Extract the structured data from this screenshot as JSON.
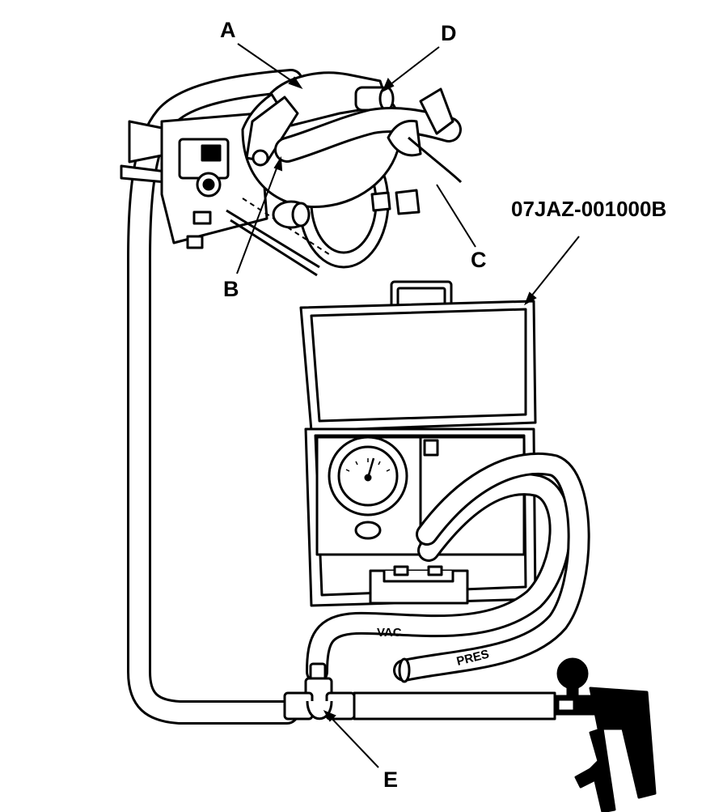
{
  "labels": {
    "a": "A",
    "b": "B",
    "c": "C",
    "d": "D",
    "e": "E",
    "tool_number": "07JAZ-001000B"
  },
  "hose_markings": {
    "vacuum": "VAC",
    "pressure": "PRES"
  },
  "colors": {
    "line": "#000000",
    "background": "#ffffff"
  }
}
